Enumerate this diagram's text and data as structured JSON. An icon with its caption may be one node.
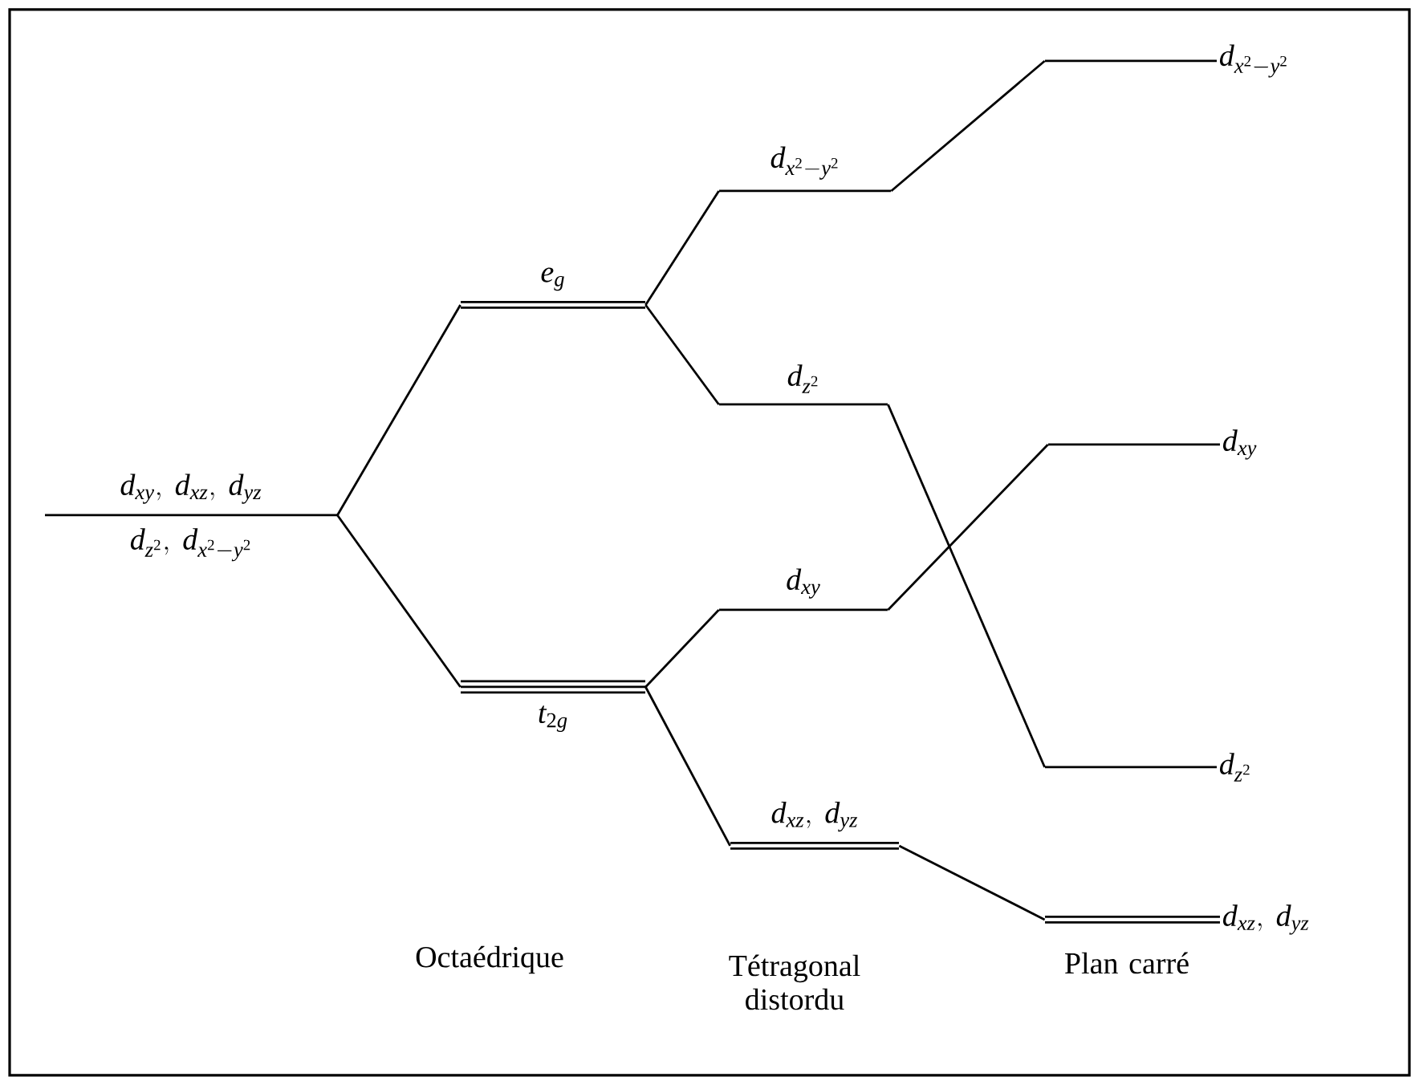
{
  "diagram": {
    "nodes": [
      {
        "text": [
          "d_{xy},\\ d_{xz},\\ d_{yz}",
          "d_{z^{2}},\\ d_{x^{2}-y^{2}}"
        ]
      },
      {
        "text": [
          "e_{g}"
        ]
      },
      {
        "text": [
          "t_{2g}"
        ]
      },
      {
        "text": [
          "d_{x^{2}-y^{2}}"
        ]
      },
      {
        "text": [
          "d_{z^{2}}"
        ]
      },
      {
        "text": [
          "d_{xy}"
        ]
      },
      {
        "text": [
          "d_{xz},\\ d_{yz}"
        ]
      },
      {
        "text": [
          "d_{x^{2}-y^{2}}"
        ]
      },
      {
        "text": [
          "d_{xy}"
        ]
      },
      {
        "text": [
          "d_{z^{2}}"
        ]
      },
      {
        "text": [
          "d_{xz},\\ d_{yz}"
        ]
      }
    ],
    "edges": [
      {
        "from": 0,
        "to": 1,
        "arrow": "none"
      },
      {
        "from": 0,
        "to": 2,
        "arrow": "none"
      },
      {
        "from": 1,
        "to": 3,
        "arrow": "none"
      },
      {
        "from": 1,
        "to": 4,
        "arrow": "none"
      },
      {
        "from": 2,
        "to": 5,
        "arrow": "none"
      },
      {
        "from": 2,
        "to": 6,
        "arrow": "none"
      },
      {
        "from": 3,
        "to": 7,
        "arrow": "none"
      },
      {
        "from": 4,
        "to": 9,
        "arrow": "none"
      },
      {
        "from": 5,
        "to": 8,
        "arrow": "none"
      },
      {
        "from": 6,
        "to": 10,
        "arrow": "none"
      }
    ],
    "labels": [
      "Octaédrique",
      "Tétragonal distordu",
      "Plan carré"
    ]
  }
}
